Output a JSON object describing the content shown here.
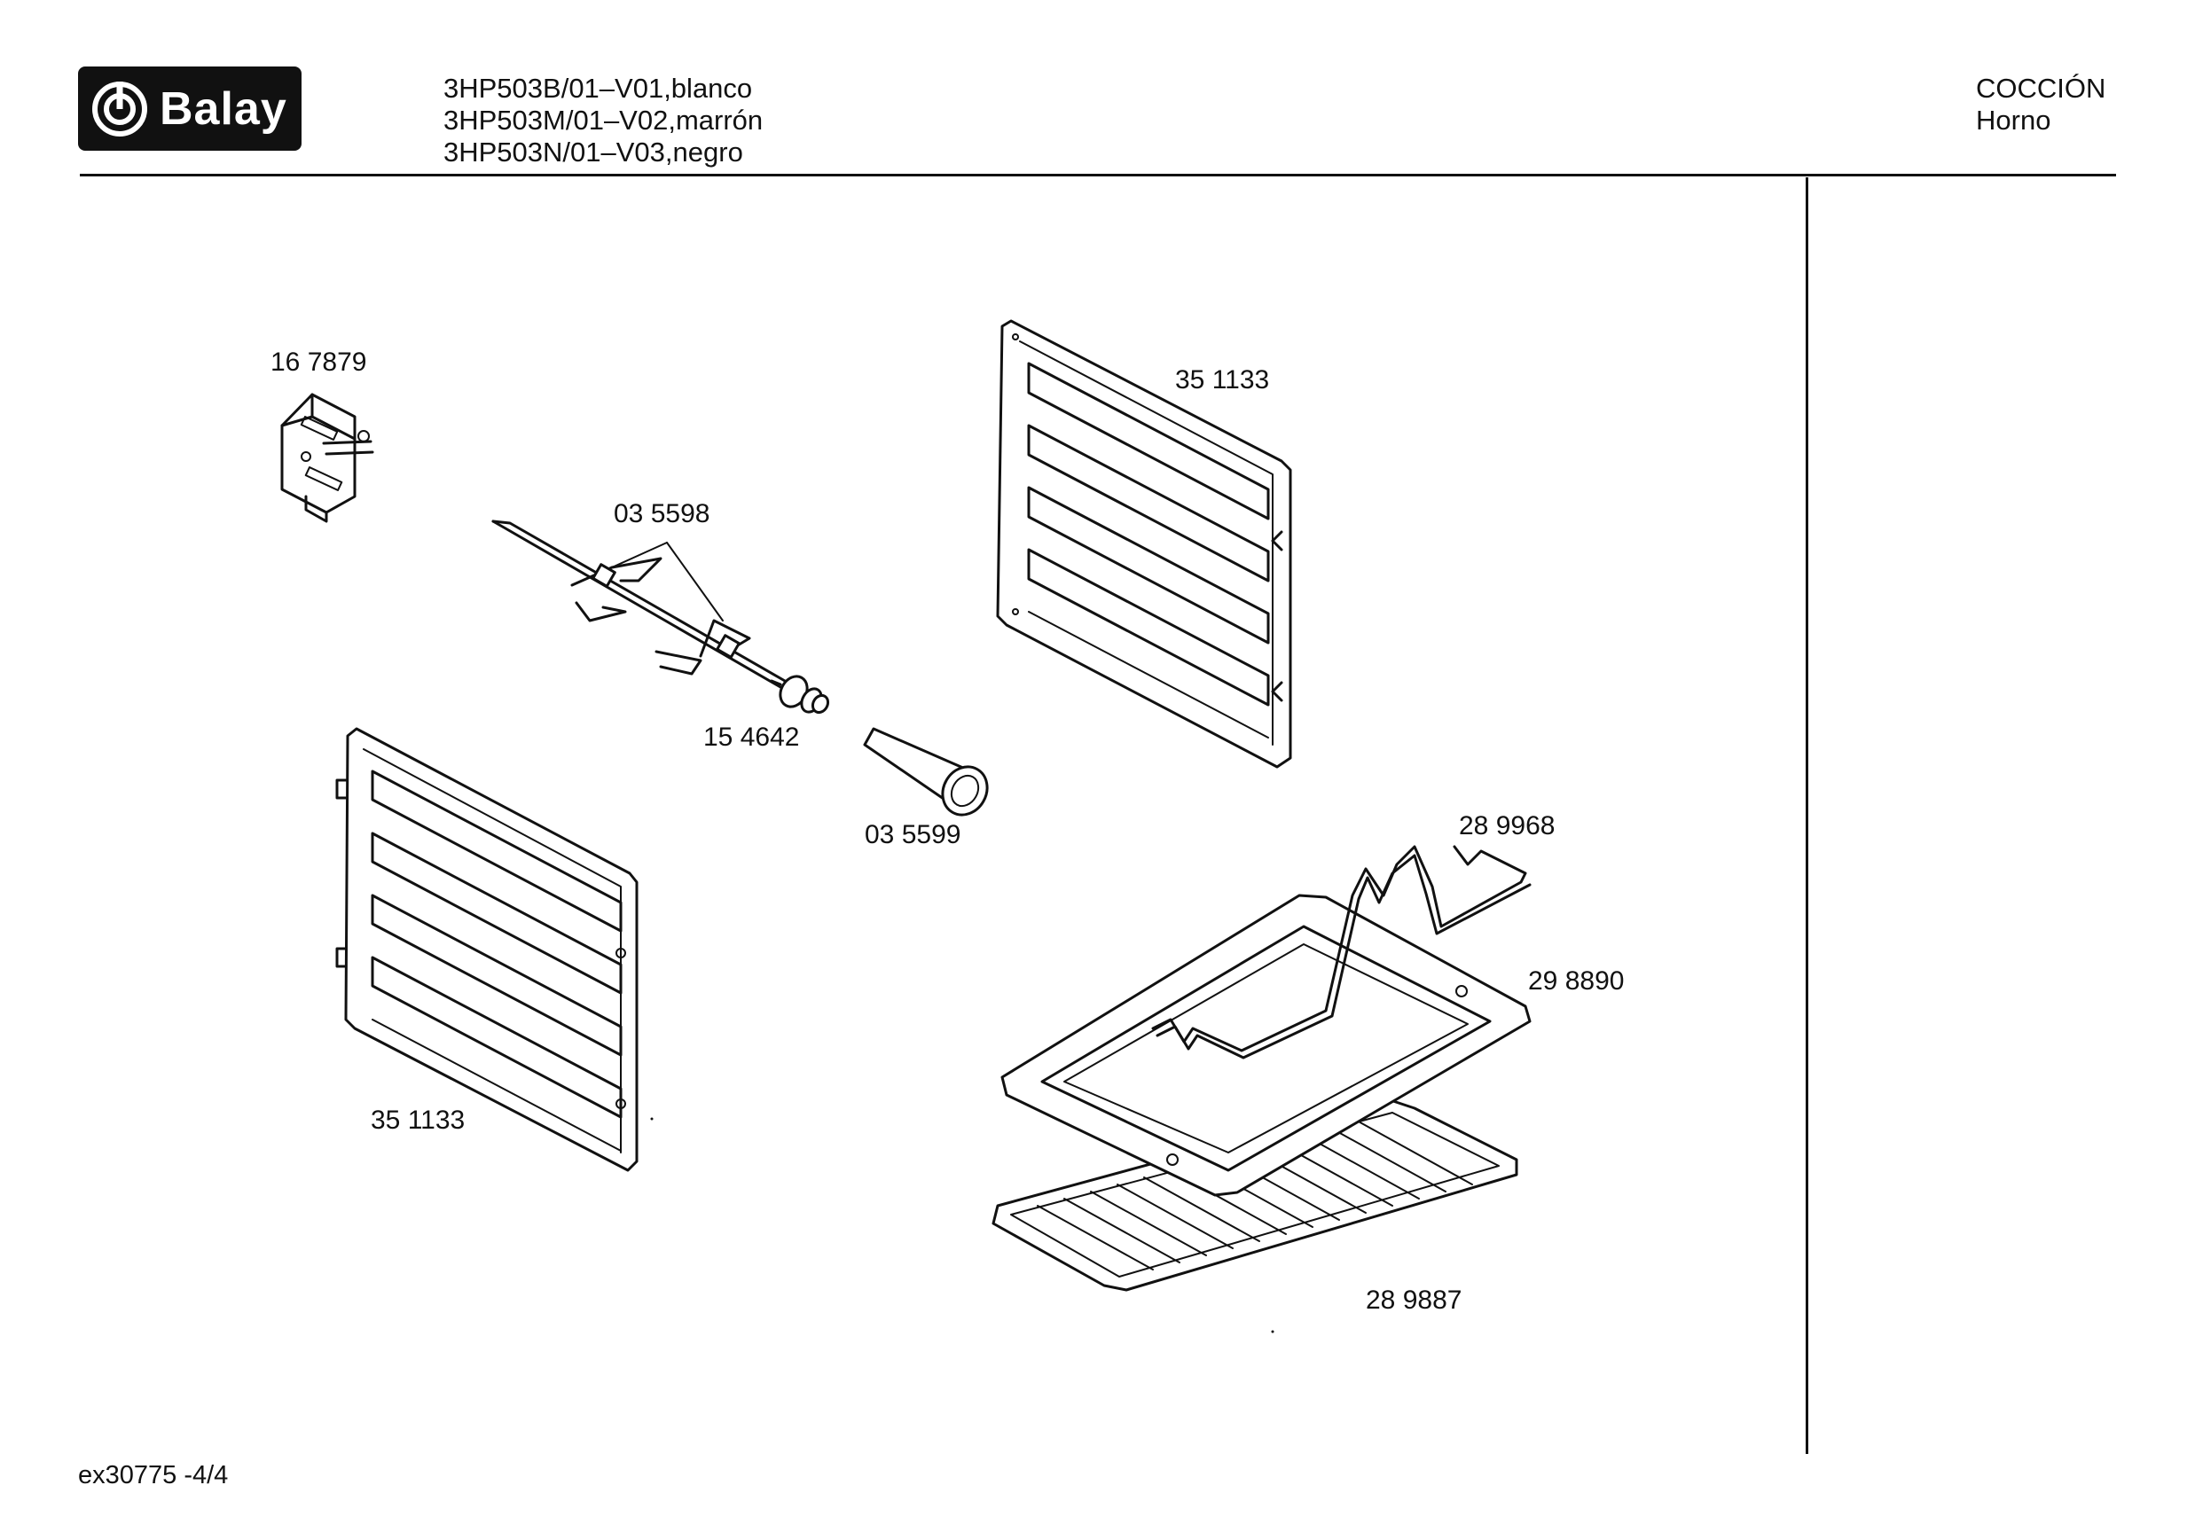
{
  "header": {
    "brand": "Balay",
    "models": [
      "3HP503B/01–V01,blanco",
      "3HP503M/01–V02,marrón",
      "3HP503N/01–V03,negro"
    ],
    "section": [
      "COCCIÓN",
      "Horno"
    ]
  },
  "parts": {
    "p167879": "16 7879",
    "p035598": "03 5598",
    "p154642": "15 4642",
    "p035599": "03 5599",
    "p351133_right": "35 1133",
    "p351133_left": "35 1133",
    "p289968": "28 9968",
    "p298890": "29 8890",
    "p289887": "28 9887"
  },
  "footer": {
    "ref": "ex30775  -4/4"
  }
}
